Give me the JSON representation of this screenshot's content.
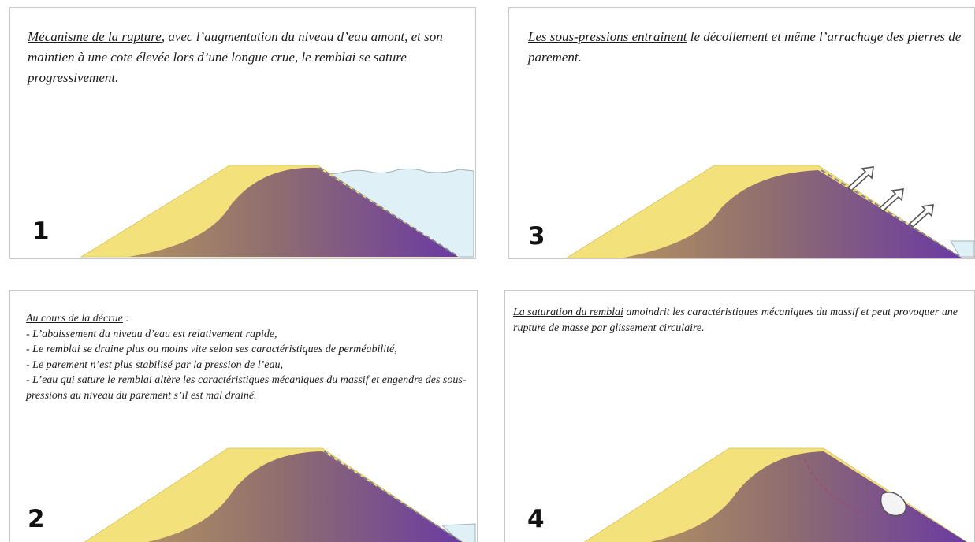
{
  "panels": [
    {
      "number": "1",
      "title": "Mécanisme de la rupture",
      "text": ", avec l’augmentation du niveau d’eau amont, et son maintien à une cote élevée lors d’une longue crue, le remblai se sature progressivement."
    },
    {
      "number": "3",
      "title": "Les sous-pressions entrainent",
      "text": " le décollement et même l’arrachage des pierres de parement."
    },
    {
      "number": "2",
      "title": "Au cours de la décrue",
      "title_suffix": " :",
      "lines": [
        "- L’abaissement du niveau d’eau est relativement rapide,",
        "- Le remblai se draine plus ou moins vite selon ses caractéristiques de perméabilité,",
        "- Le parement n’est plus stabilisé par la pression de l’eau,",
        "- L’eau qui sature le remblai altère les caractéristiques mécaniques du massif et engendre des sous-pressions au niveau du parement s’il est mal drainé."
      ]
    },
    {
      "number": "4",
      "title": "La saturation du remblai",
      "text": " amoindrit les caractéristiques mécaniques du massif et peut provoquer une rupture de masse par glissement circulaire."
    }
  ],
  "colors": {
    "sand": "#f3e17c",
    "saturated_core_top": "#a8885a",
    "saturated_core_bottom": "#6b3ca0",
    "water": "#dff0f6",
    "water_outline": "#9fb3bc",
    "panel_border": "#c9c9c9"
  }
}
